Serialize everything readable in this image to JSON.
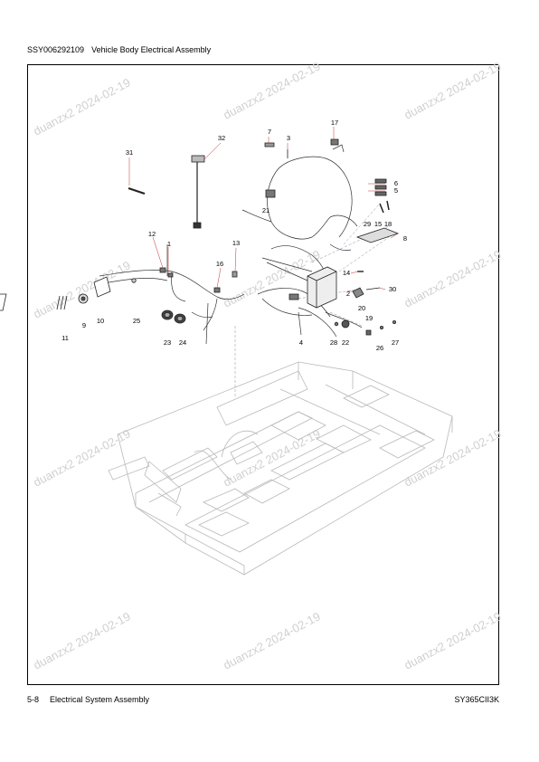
{
  "header": {
    "doc_code": "SSY006292109",
    "title": "Vehicle Body Electrical Assembly"
  },
  "footer": {
    "page_number": "5-8",
    "section": "Electrical System Assembly",
    "model": "SY365CII3K"
  },
  "watermark": "duanzx2 2024-02-19",
  "callouts": [
    "1",
    "2",
    "3",
    "4",
    "5",
    "6",
    "7",
    "8",
    "9",
    "10",
    "11",
    "12",
    "13",
    "14",
    "15",
    "16",
    "17",
    "18",
    "19",
    "20",
    "21",
    "22",
    "23",
    "24",
    "25",
    "26",
    "27",
    "28",
    "29",
    "30",
    "31",
    "32"
  ]
}
